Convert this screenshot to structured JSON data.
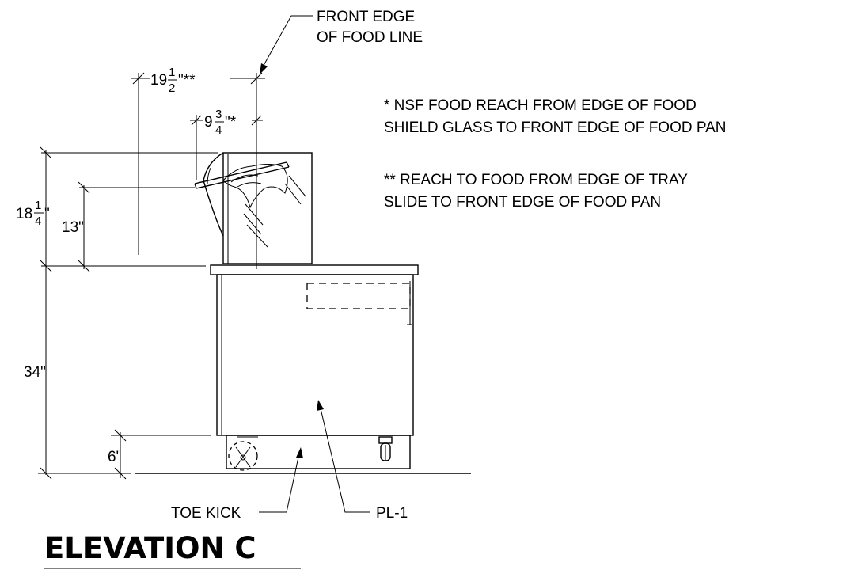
{
  "labels": {
    "front_edge_line1": "FRONT EDGE",
    "front_edge_line2": "OF FOOD LINE",
    "toe_kick": "TOE KICK",
    "pl1": "PL-1"
  },
  "notes": {
    "nsf_line1": "* NSF FOOD REACH FROM EDGE OF FOOD",
    "nsf_line2": "SHIELD GLASS TO FRONT EDGE OF FOOD PAN",
    "reach_line1": "** REACH TO FOOD FROM EDGE OF TRAY",
    "reach_line2": "SLIDE TO FRONT EDGE OF FOOD PAN"
  },
  "dimensions": {
    "reach_19": {
      "whole": "19",
      "num": "1",
      "den": "2",
      "suffix": "\"**"
    },
    "reach_9": {
      "whole": "9",
      "num": "3",
      "den": "4",
      "suffix": "\"*"
    },
    "height_18": {
      "whole": "18",
      "num": "1",
      "den": "4",
      "suffix": "\""
    },
    "height_13": "13\"",
    "height_34": "34\"",
    "height_6": "6\""
  },
  "title": "ELEVATION C"
}
